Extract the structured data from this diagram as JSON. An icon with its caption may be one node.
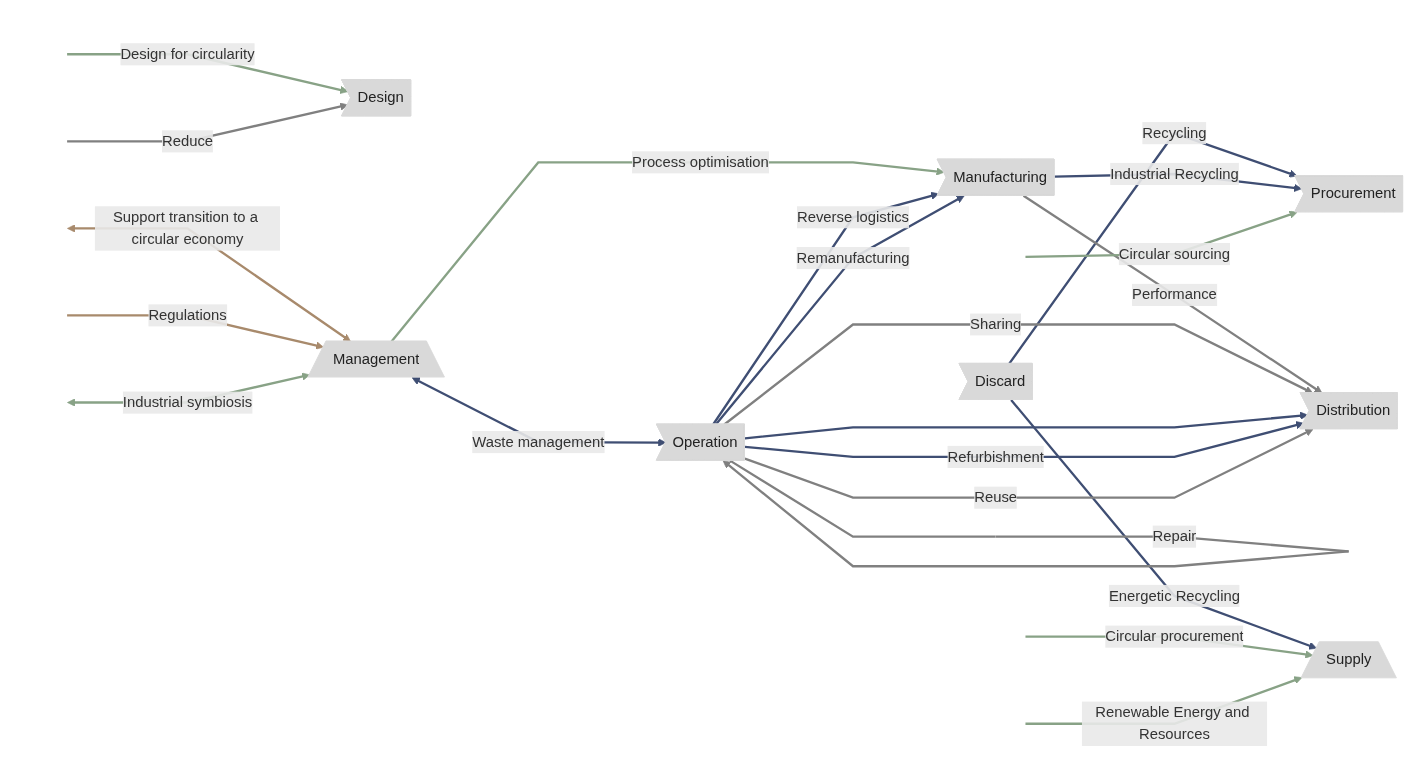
{
  "diagram": {
    "nodes": [
      {
        "text": [
          "Design"
        ]
      },
      {
        "text": [
          "Procurement"
        ]
      },
      {
        "text": [
          "Manufacturing"
        ]
      },
      {
        "text": [
          "Distribution"
        ]
      },
      {
        "text": [
          "Operation"
        ]
      },
      {
        "text": [
          "Discard"
        ]
      },
      {
        "text": [
          "Management"
        ]
      },
      {
        "text": [
          "Supply"
        ]
      }
    ],
    "edges": [
      {
        "from": 5,
        "to": 1,
        "arrow": "to",
        "label": "Recycling"
      },
      {
        "from": 2,
        "to": 1,
        "arrow": "to",
        "label": "Industrial Recycling"
      },
      {
        "from": 2,
        "to": 3,
        "arrow": "to",
        "label": "Performance",
        "color": "#808080"
      },
      {
        "from": 4,
        "to": 3,
        "arrow": "to",
        "label": "Sharing",
        "color": "#808080"
      },
      {
        "from": 5,
        "to": 7,
        "arrow": "to",
        "label": "Energetic Recycling"
      },
      {
        "from": null,
        "to": 0,
        "arrow": "to",
        "label": "Design for circularity",
        "color": "#88a286"
      },
      {
        "from": null,
        "to": 0,
        "arrow": "to",
        "label": "Reduce",
        "color": "#808080"
      },
      {
        "from": null,
        "to": 1,
        "arrow": "to",
        "label": "Circular sourcing",
        "color": "#88a286"
      },
      {
        "from": 6,
        "to": 2,
        "arrow": "to",
        "label": "Process optimisation",
        "color": "#88a286"
      },
      {
        "from": 4,
        "to": 2,
        "arrow": "to",
        "label": "Reverse logistics"
      },
      {
        "from": 4,
        "to": 3,
        "arrow": "to"
      },
      {
        "from": 4,
        "to": 3,
        "arrow": "to",
        "label": "Refurbishment"
      },
      {
        "from": 4,
        "to": 4,
        "arrow": "to",
        "label": "Repair",
        "color": "#808080"
      },
      {
        "from": 4,
        "to": 3,
        "arrow": "to",
        "label": "Reuse",
        "color": "#808080"
      },
      {
        "from": 4,
        "to": 2,
        "arrow": "to",
        "label": "Remanufacturing"
      },
      {
        "from": 6,
        "to": 4,
        "arrow": "both",
        "label": "Waste management"
      },
      {
        "from": null,
        "to": 6,
        "arrow": "both",
        "label": "Support transition to a circular economy",
        "color": "#a88a6c"
      },
      {
        "from": null,
        "to": 6,
        "arrow": "to",
        "label": "Regulations",
        "color": "#a88a6c"
      },
      {
        "from": null,
        "to": 6,
        "arrow": "both",
        "label": "Industrial symbiosis",
        "color": "#88a286"
      },
      {
        "from": null,
        "to": 7,
        "arrow": "to",
        "label": "Circular procurement",
        "color": "#88a286"
      },
      {
        "from": null,
        "to": 7,
        "arrow": "to",
        "label": "Renewable Energy and Resources",
        "color": "#88a286"
      }
    ]
  }
}
